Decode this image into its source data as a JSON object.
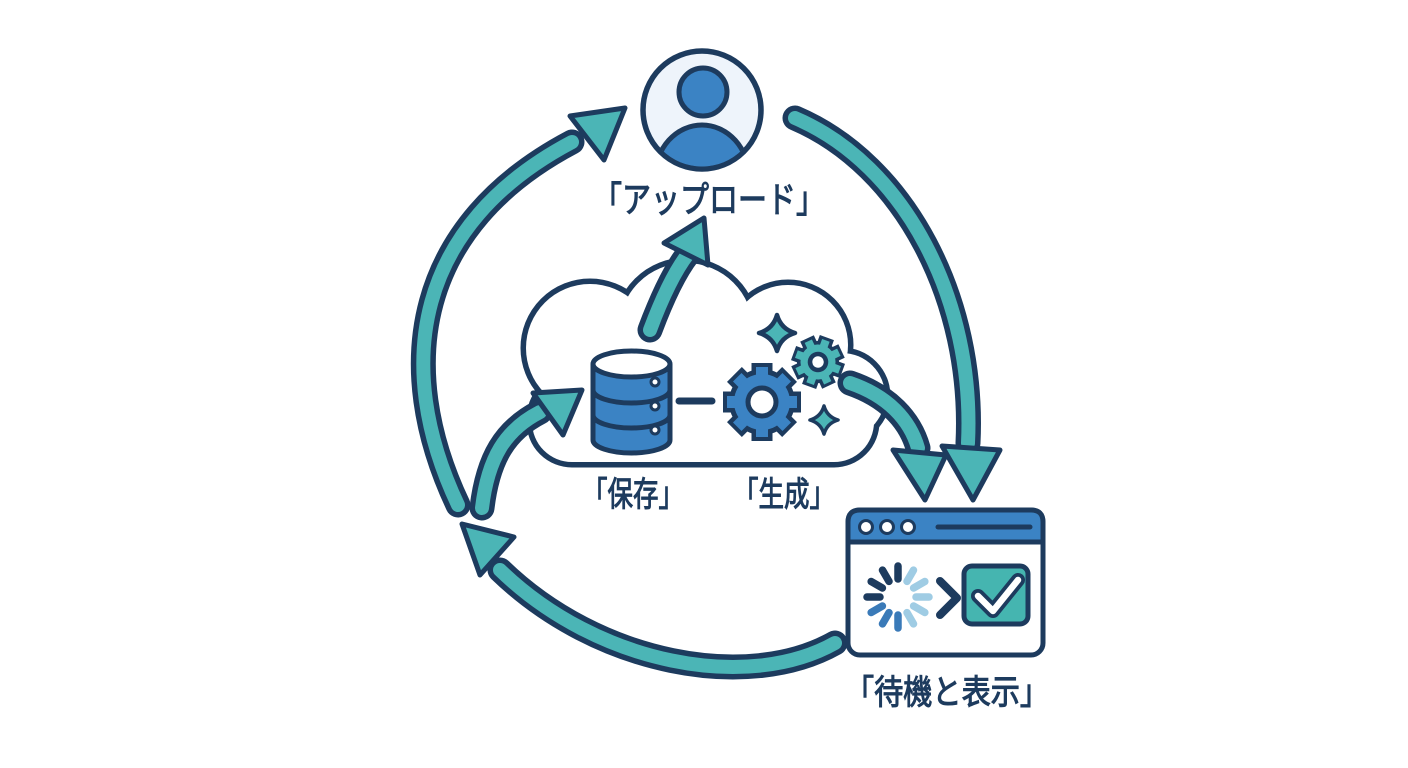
{
  "diagram": {
    "step_upload": {
      "label": "「アップロード」",
      "icon": "user-icon"
    },
    "step_save": {
      "label": "「保存」",
      "icon": "database-icon"
    },
    "step_generate": {
      "label": "「生成」",
      "icon": "gear-icon"
    },
    "step_wait_display": {
      "label": "「待機と表示」",
      "icon": "browser-window-icon"
    }
  },
  "colors": {
    "navy": "#1d3b5e",
    "teal": "#4bb5b6",
    "blue": "#3b83c4",
    "light_blue": "#9fcce4",
    "mid_blue": "#3a7ab8",
    "check_teal": "#45b5b0",
    "user_bg": "#eef4fb",
    "background": "#ffffff"
  }
}
